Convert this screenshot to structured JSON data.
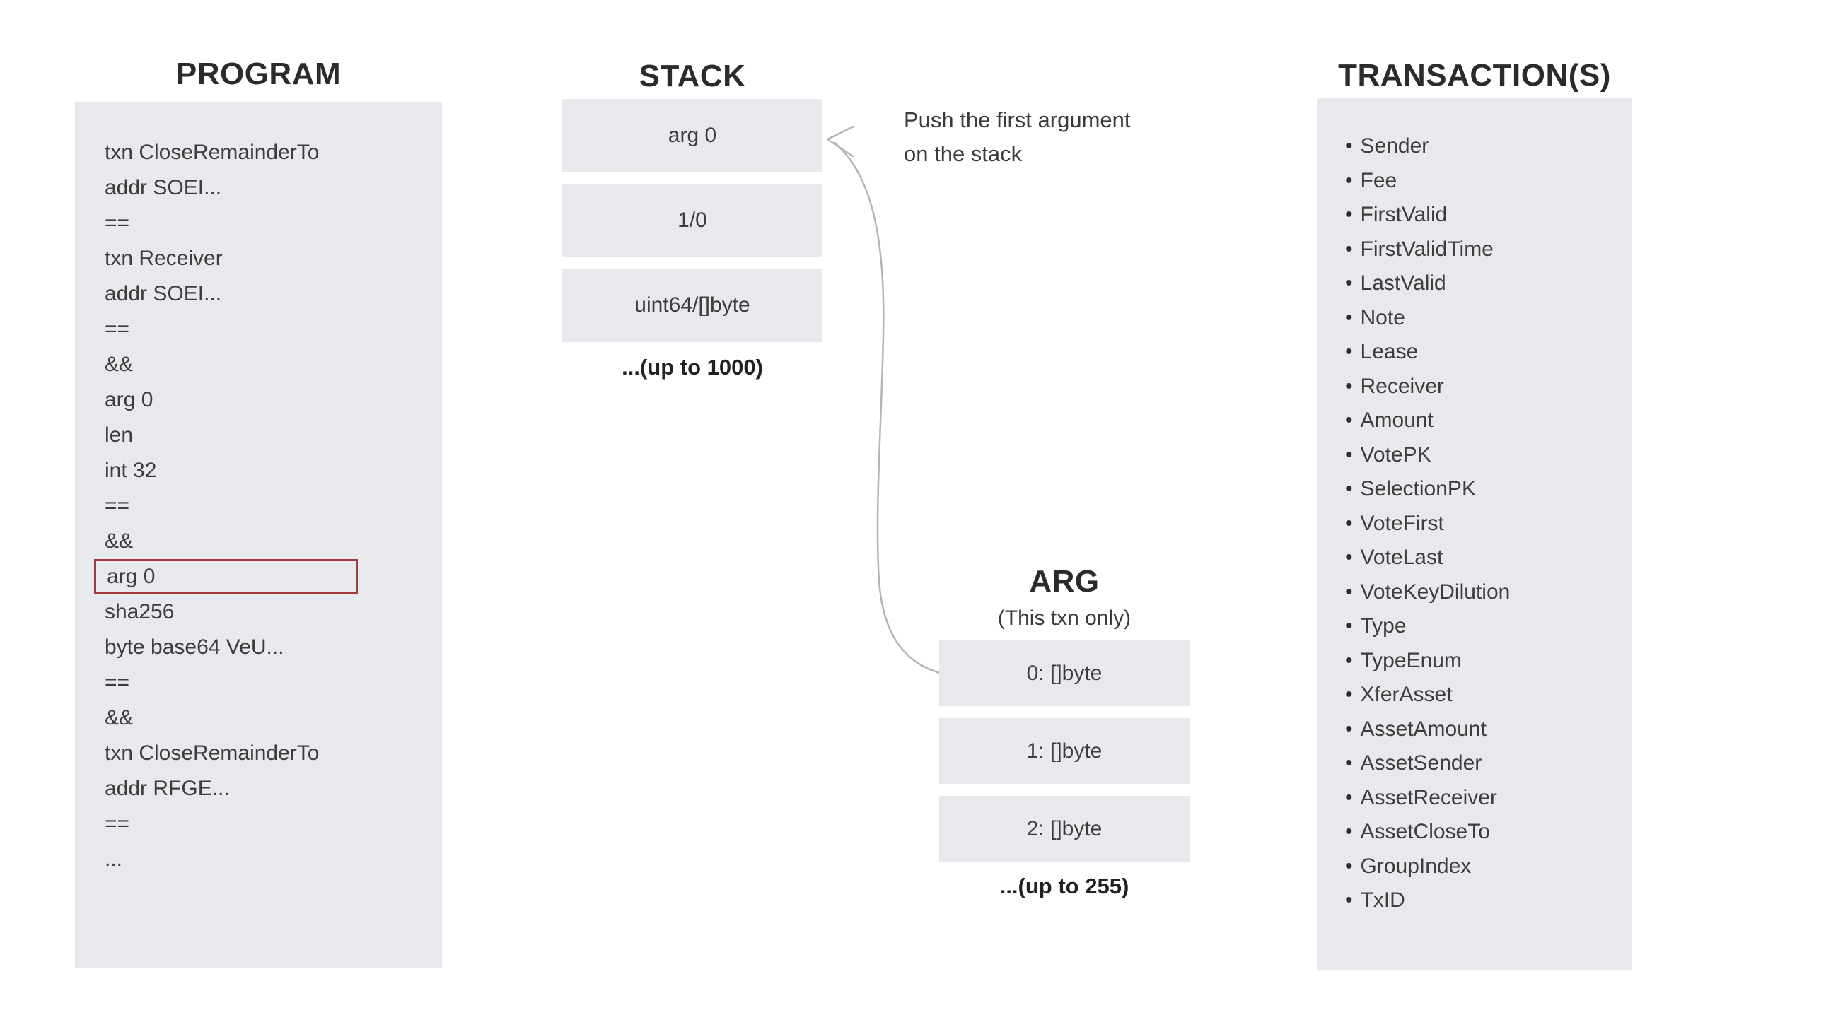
{
  "program": {
    "title": "PROGRAM",
    "lines": [
      "txn CloseRemainderTo",
      "addr SOEI...",
      "==",
      "txn Receiver",
      "addr SOEI...",
      "==",
      "&&",
      "arg 0",
      "len",
      "int 32",
      "==",
      "&&",
      "arg 0",
      "sha256",
      "byte base64 VeU...",
      "==",
      "&&",
      "txn CloseRemainderTo",
      "addr RFGE...",
      "==",
      "..."
    ],
    "highlighted_line_index": 12
  },
  "stack": {
    "title": "STACK",
    "items": [
      "arg 0",
      "1/0",
      "uint64/[]byte"
    ],
    "note": "...(up to 1000)"
  },
  "annotation": {
    "line1": "Push the first argument",
    "line2": "on the stack"
  },
  "arg": {
    "title": "ARG",
    "subtitle": "(This txn only)",
    "items": [
      "0: []byte",
      "1: []byte",
      "2: []byte"
    ],
    "note": "...(up to 255)"
  },
  "transactions": {
    "title": "TRANSACTION(S)",
    "bullet": "•",
    "fields": [
      "Sender",
      "Fee",
      "FirstValid",
      "FirstValidTime",
      "LastValid",
      "Note",
      "Lease",
      "Receiver",
      "Amount",
      "VotePK",
      "SelectionPK",
      "VoteFirst",
      "VoteLast",
      "VoteKeyDilution",
      "Type",
      "TypeEnum",
      "XferAsset",
      "AssetAmount",
      "AssetSender",
      "AssetReceiver",
      "AssetCloseTo",
      "GroupIndex",
      "TxID"
    ]
  },
  "colors": {
    "panel_bg": "#e8e9ec",
    "text": "#3d3d3d",
    "title": "#2b2b2b",
    "highlight_border": "#a33939",
    "arrow": "#b5b5b5"
  }
}
